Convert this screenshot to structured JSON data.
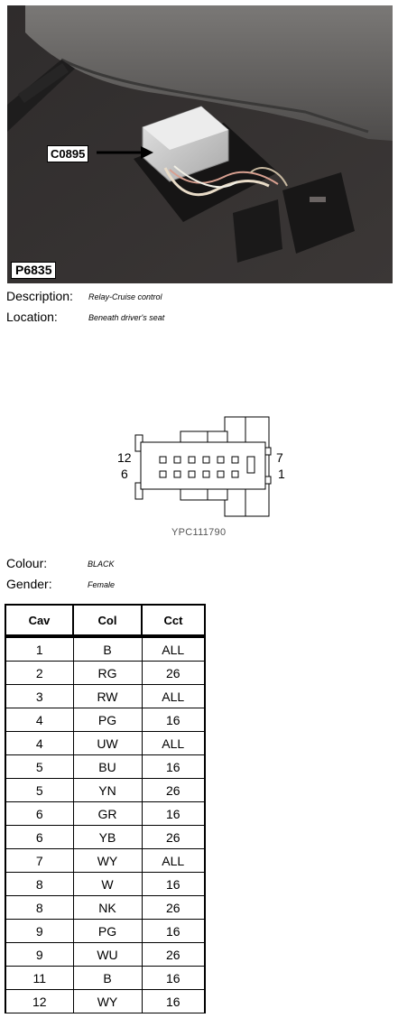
{
  "photo": {
    "connector_ref": "C0895",
    "picture_ref": "P6835"
  },
  "info": {
    "description_label": "Description:",
    "description_value": "Relay-Cruise control",
    "location_label": "Location:",
    "location_value": "Beneath driver's seat",
    "colour_label": "Colour:",
    "colour_value": "BLACK",
    "gender_label": "Gender:",
    "gender_value": "Female"
  },
  "diagram": {
    "pin_label_top_left": "12",
    "pin_label_bottom_left": "6",
    "pin_label_top_right": "7",
    "pin_label_bottom_right": "1",
    "caption": "YPC111790"
  },
  "table": {
    "headers": [
      "Cav",
      "Col",
      "Cct"
    ],
    "rows": [
      [
        "1",
        "B",
        "ALL"
      ],
      [
        "2",
        "RG",
        "26"
      ],
      [
        "3",
        "RW",
        "ALL"
      ],
      [
        "4",
        "PG",
        "16"
      ],
      [
        "4",
        "UW",
        "ALL"
      ],
      [
        "5",
        "BU",
        "16"
      ],
      [
        "5",
        "YN",
        "26"
      ],
      [
        "6",
        "GR",
        "16"
      ],
      [
        "6",
        "YB",
        "26"
      ],
      [
        "7",
        "WY",
        "ALL"
      ],
      [
        "8",
        "W",
        "16"
      ],
      [
        "8",
        "NK",
        "26"
      ],
      [
        "9",
        "PG",
        "16"
      ],
      [
        "9",
        "WU",
        "26"
      ],
      [
        "11",
        "B",
        "16"
      ],
      [
        "12",
        "WY",
        "16"
      ]
    ]
  }
}
